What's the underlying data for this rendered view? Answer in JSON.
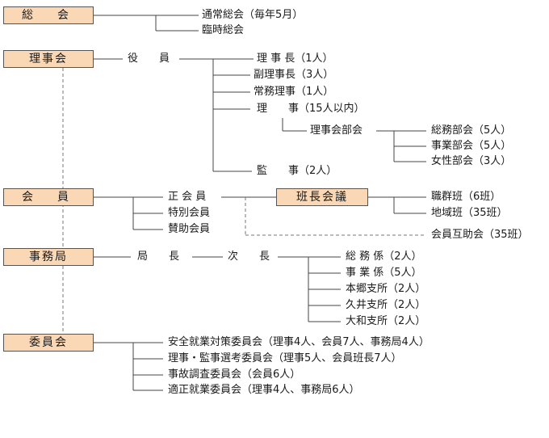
{
  "boxes": {
    "soukai": "総　会",
    "rijikai": "理事会",
    "kaiin": "会　員",
    "jimukyoku": "事務局",
    "iinkai": "委員会",
    "hanchou": "班長会議"
  },
  "soukai_items": [
    "通常総会（毎年5月）",
    "臨時総会"
  ],
  "yakuin": {
    "label": "役　　員",
    "items": [
      "理 事 長（1人）",
      "副理事長（3人）",
      "常務理事（1人）",
      "理　　事（15人以内）",
      "監　　事（2人）"
    ],
    "bukai_label": "理事会部会",
    "bukai": [
      "総務部会（5人）",
      "事業部会（5人）",
      "女性部会（3人）"
    ]
  },
  "kaiin_items": [
    "正 会 員",
    "特別会員",
    "賛助会員"
  ],
  "han_items": [
    "職群班（6班）",
    "地域班（35班）"
  ],
  "gojokai": "会員互助会（35班）",
  "jimu": {
    "kyokuchou": "局　　長",
    "jichou": "次　　長",
    "items": [
      "総 務 係（2人）",
      "事 業 係（5人）",
      "本郷支所（2人）",
      "久井支所（2人）",
      "大和支所（2人）"
    ]
  },
  "iin_items": [
    "安全就業対策委員会（理事4人、会員7人、事務局4人）",
    "理事・監事選考委員会（理事5人、会員班長7人）",
    "事故調査委員会（会員6人）",
    "適正就業委員会（理事4人、事務局6人）"
  ]
}
